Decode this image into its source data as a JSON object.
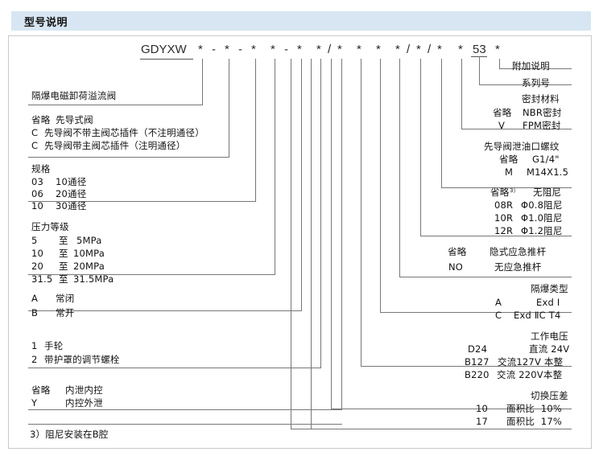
{
  "header": {
    "title": "型号说明"
  },
  "code": {
    "prefix": "GDYXW",
    "segments": [
      "*",
      "-",
      "*",
      "-",
      "*",
      "*",
      "-",
      "*",
      "*",
      "/",
      "*",
      "*",
      "*",
      "*",
      "/",
      "*",
      "/",
      "*",
      "*",
      "53",
      "*"
    ],
    "series_number": "53"
  },
  "left_groups": [
    {
      "name": "product-name",
      "lines": [
        {
          "code": "",
          "desc": "隔爆电磁卸荷溢流阀"
        }
      ]
    },
    {
      "name": "pilot-type",
      "lines": [
        {
          "code": "省略",
          "desc": "先导式阀"
        },
        {
          "code": "C",
          "desc": "先导阀不带主阀芯插件（不注明通径）"
        },
        {
          "code": "C",
          "desc": "先导阀带主阀芯插件（注明通径）"
        }
      ]
    },
    {
      "name": "size-spec",
      "title": "规格",
      "lines": [
        {
          "code": "03",
          "desc": "10通径"
        },
        {
          "code": "06",
          "desc": "20通径"
        },
        {
          "code": "10",
          "desc": "30通径"
        }
      ]
    },
    {
      "name": "pressure-rating",
      "title": "压力等级",
      "lines": [
        {
          "code": "5",
          "mid": "至",
          "desc": "5MPa"
        },
        {
          "code": "10",
          "mid": "至",
          "desc": "10MPa"
        },
        {
          "code": "20",
          "mid": "至",
          "desc": "20MPa"
        },
        {
          "code": "31.5",
          "mid": "至",
          "desc": "31.5MPa"
        }
      ]
    },
    {
      "name": "normal-state",
      "lines": [
        {
          "code": "A",
          "desc": "常闭"
        },
        {
          "code": "B",
          "desc": "常开"
        }
      ]
    },
    {
      "name": "adjust-type",
      "lines": [
        {
          "code": "1",
          "desc": "手轮"
        },
        {
          "code": "2",
          "desc": "带护罩的调节螺栓"
        }
      ]
    },
    {
      "name": "drain-control",
      "lines": [
        {
          "code": "省略",
          "desc": "内泄内控"
        },
        {
          "code": "Y",
          "desc": "内控外泄"
        }
      ]
    }
  ],
  "footnote": "3）阻尼安装在B腔",
  "right_groups": [
    {
      "name": "additional-note",
      "lines": [
        {
          "code": "",
          "desc": "附加说明"
        }
      ]
    },
    {
      "name": "series-number",
      "lines": [
        {
          "code": "",
          "desc": "系列号"
        }
      ]
    },
    {
      "name": "seal-material",
      "title": "密封材料",
      "lines": [
        {
          "code": "省略",
          "desc": "NBR密封"
        },
        {
          "code": "V",
          "desc": "FPM密封"
        }
      ]
    },
    {
      "name": "pilot-drain-thread",
      "title": "先导阀泄油口螺纹",
      "lines": [
        {
          "code": "省略",
          "desc": "G1/4\""
        },
        {
          "code": "M",
          "desc": "M14X1.5"
        }
      ]
    },
    {
      "name": "damping",
      "lines": [
        {
          "code": "省略",
          "sup": "3）",
          "desc": "无阻尼"
        },
        {
          "code": "08R",
          "desc": "Φ0.8阻尼"
        },
        {
          "code": "10R",
          "desc": "Φ1.0阻尼"
        },
        {
          "code": "12R",
          "desc": "Φ1.2阻尼"
        }
      ]
    },
    {
      "name": "emergency-push-rod",
      "lines": [
        {
          "code": "省略",
          "desc": "隐式应急推杆"
        },
        {
          "code": "NO",
          "desc": "无应急推杆"
        }
      ]
    },
    {
      "name": "explosion-proof-type",
      "title": "隔爆类型",
      "lines": [
        {
          "code": "A",
          "desc": "Exd Ⅰ"
        },
        {
          "code": "C",
          "desc": "Exd ⅡC T4"
        }
      ]
    },
    {
      "name": "working-voltage",
      "title": "工作电压",
      "lines": [
        {
          "code": "D24",
          "desc": "直流 24V"
        },
        {
          "code": "B127",
          "desc": "交流127V 本整"
        },
        {
          "code": "B220",
          "desc": "交流 220V本整"
        }
      ]
    },
    {
      "name": "switch-pressure-diff",
      "title": "切换压差",
      "lines": [
        {
          "code": "10",
          "desc": "面积比  10%"
        },
        {
          "code": "17",
          "desc": "面积比  17%"
        }
      ]
    }
  ],
  "colors": {
    "header_bg": "#d7e6f2",
    "line": "#555555",
    "panel_border": "#c9c9c9",
    "text": "#111111"
  }
}
